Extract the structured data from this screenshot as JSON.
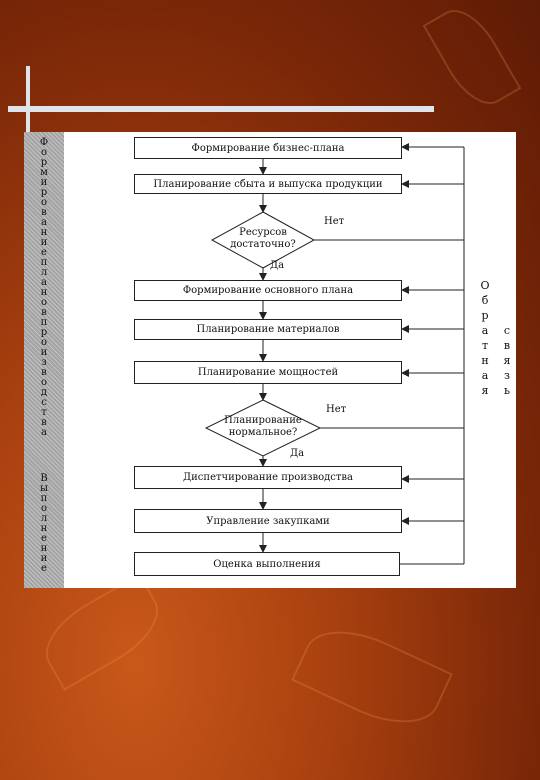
{
  "sidebar": {
    "col_top": [
      "Ф",
      "о",
      "р",
      "м",
      "и",
      "р",
      "о",
      "в",
      "а",
      "н",
      "и",
      "е",
      "п",
      "л",
      "а",
      "н",
      "о",
      "в",
      "п",
      "р",
      "о",
      "и",
      "з",
      "в",
      "о",
      "д",
      "с",
      "т",
      "в",
      "а"
    ],
    "col_bottom": [
      "В",
      "ы",
      "п",
      "о",
      "л",
      "н",
      "е",
      "н",
      "и",
      "е"
    ]
  },
  "flow": {
    "business_plan": "Формирование бизнес-плана",
    "sales_planning": "Планирование сбыта и выпуска продукции",
    "resources_q": "Ресурсов достаточно?",
    "master_plan": "Формирование основного плана",
    "materials": "Планирование материалов",
    "capacities": "Планирование мощностей",
    "planning_q": "Планирование нормальное?",
    "dispatch": "Диспетчирование производства",
    "purchasing": "Управление закупками",
    "evaluation": "Оценка выполнения",
    "yes": "Да",
    "no": "Нет"
  },
  "feedback": {
    "word1": [
      "О",
      "б",
      "р",
      "а",
      "т",
      "н",
      "а",
      "я"
    ],
    "word2": [
      "с",
      "в",
      "я",
      "з",
      "ь"
    ]
  }
}
